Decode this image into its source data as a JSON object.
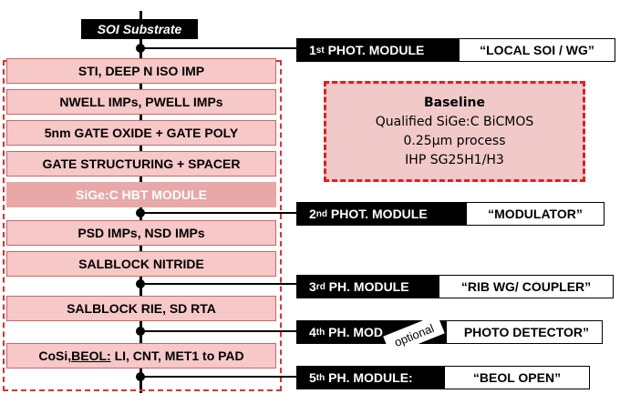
{
  "substrate": "SOI Substrate",
  "steps": [
    {
      "label": "STI, DEEP N ISO IMP"
    },
    {
      "label": "NWELL IMPs, PWELL IMPs"
    },
    {
      "label": "5nm GATE OXIDE + GATE POLY"
    },
    {
      "label": "GATE STRUCTURING + SPACER"
    },
    {
      "label": "SiGe:C  HBT MODULE"
    },
    {
      "label": "PSD IMPs, NSD IMPs"
    },
    {
      "label": "SALBLOCK NITRIDE"
    },
    {
      "label": "SALBLOCK RIE, SD RTA"
    },
    {
      "label_pre": "CoSi, ",
      "label_u": "BEOL:",
      "label_post": " LI, CNT, MET1 to PAD"
    }
  ],
  "modules": [
    {
      "num": "1",
      "sup": "st",
      "title": " PHOT. MODULE",
      "desc": "“LOCAL SOI / WG”"
    },
    {
      "num": "2",
      "sup": "nd",
      "title": " PHOT. MODULE",
      "desc": "“MODULATOR”"
    },
    {
      "num": "3",
      "sup": "rd",
      "title": " PH. MODULE",
      "desc": "“RIB WG/ COUPLER”"
    },
    {
      "num": "4",
      "sup": "th",
      "title": " PH. MOD",
      "desc": "PHOTO DETECTOR”"
    },
    {
      "num": "5",
      "sup": "th",
      "title": " PH. MODULE:",
      "desc": "“BEOL OPEN”"
    }
  ],
  "optional_label": "optional",
  "baseline": {
    "title": "Baseline",
    "line1": "Qualified SiGe:C BiCMOS",
    "line2": "0.25µm process",
    "line3": "IHP  SG25H1/H3"
  },
  "colors": {
    "step_fill": "#f7c8c8",
    "hbt_fill": "#e8a8a8",
    "dashed_border": "#e03030",
    "baseline_fill": "#f1c9c9"
  }
}
